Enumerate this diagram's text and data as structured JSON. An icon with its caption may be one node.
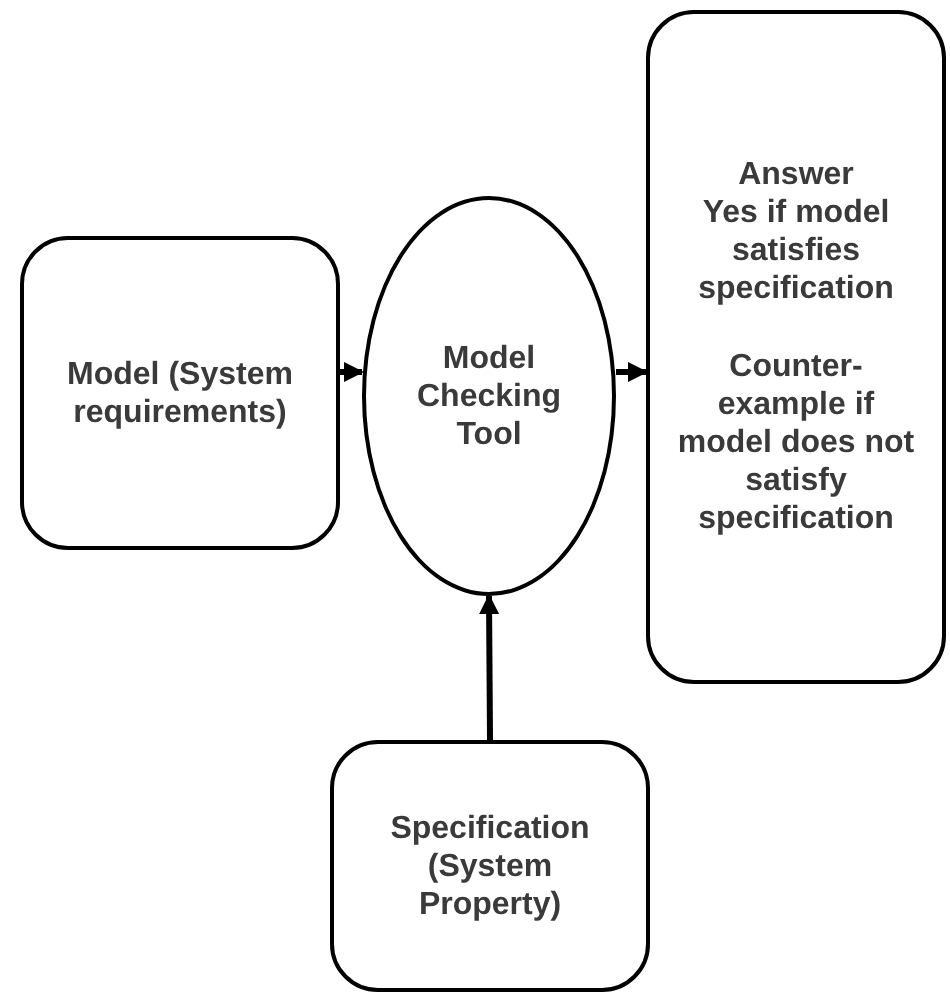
{
  "diagram": {
    "nodes": [
      {
        "text": [
          "Model (System requirements)"
        ]
      },
      {
        "text": [
          "Model Checking Tool"
        ]
      },
      {
        "text": [
          "Answer",
          "Yes if model satisfies specification",
          "Counter-example if model does not satisfy specification"
        ]
      },
      {
        "text": [
          "Specification (System Property)"
        ]
      }
    ],
    "edges": [
      {
        "from": 0,
        "to": 1,
        "arrow": "to"
      },
      {
        "from": 1,
        "to": 2,
        "arrow": "to"
      },
      {
        "from": 3,
        "to": 1,
        "arrow": "to"
      }
    ]
  }
}
